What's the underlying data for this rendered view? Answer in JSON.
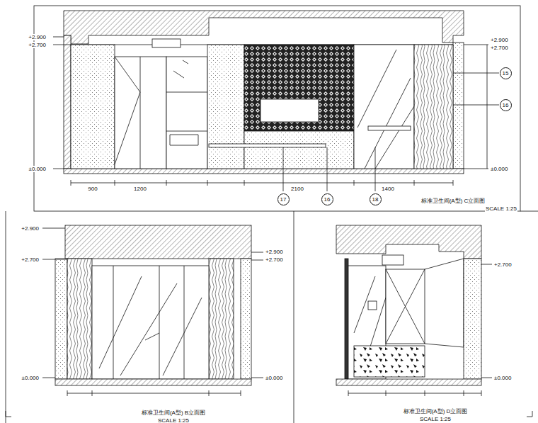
{
  "diagram": {
    "nodes": [
      {
        "text": [
          "15"
        ]
      },
      {
        "text": [
          "16"
        ]
      },
      {
        "text": [
          "17"
        ]
      },
      {
        "text": [
          "16"
        ]
      },
      {
        "text": [
          "18"
        ]
      }
    ],
    "labels": [
      "+2.900",
      "+2.700",
      "±0.000",
      "+2.900",
      "+2.700",
      "±0.000",
      "900",
      "1200",
      "2100",
      "1400",
      "标准卫生间(A型) C立面图",
      "SCALE 1:25",
      "+2.900",
      "+2.700",
      "±0.000",
      "+2.900",
      "+2.700",
      "±0.000",
      "标准卫生间(A型) B立面图",
      "SCALE 1:25",
      "+2.700",
      "±0.000",
      "标准卫生间(A型) D立面图",
      "SCALE 1:25"
    ]
  }
}
